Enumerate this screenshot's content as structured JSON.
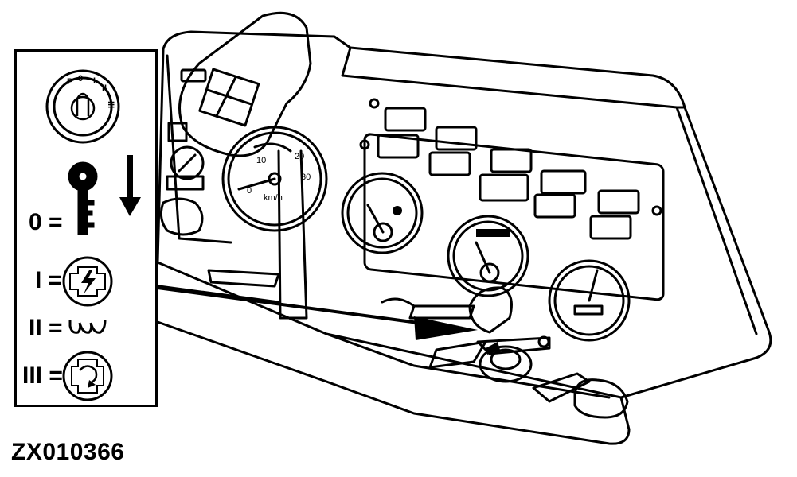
{
  "figure": {
    "id_label": "ZX010366",
    "ink_color": "#000000",
    "paper_color": "#ffffff"
  },
  "legend": {
    "switch_marks": {
      "p": "P",
      "zero": "0",
      "one": "I",
      "two": "II",
      "three": "III"
    },
    "positions": [
      {
        "label": "0 =",
        "icon": "key-icon"
      },
      {
        "label": "I =",
        "icon": "engine-lightning-icon"
      },
      {
        "label": "II =",
        "icon": "glow-plug-coil-icon"
      },
      {
        "label": "III =",
        "icon": "engine-start-rotate-icon"
      }
    ],
    "arrow_icon": "down-arrow-icon"
  },
  "speedometer": {
    "unit_label": "km/h",
    "ticks": [
      "0",
      "10",
      "20",
      "30"
    ]
  }
}
